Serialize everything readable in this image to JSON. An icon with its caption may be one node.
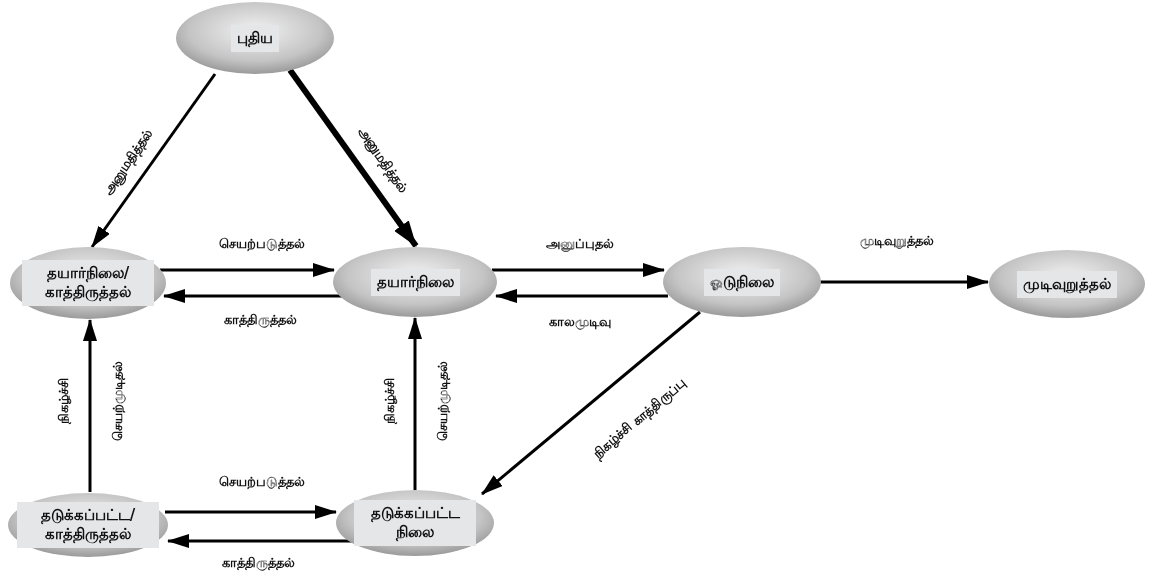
{
  "diagram": {
    "nodes": [
      {
        "text": [
          "புதிய"
        ]
      },
      {
        "text": [
          "தயார்நிலை/ காத்திருத்தல்"
        ]
      },
      {
        "text": [
          "தயார்நிலை"
        ]
      },
      {
        "text": [
          "ஓடுநிலை"
        ]
      },
      {
        "text": [
          "முடிவுறுத்தல்"
        ]
      },
      {
        "text": [
          "தடுக்கப்பட்ட/ காத்திருத்தல்"
        ]
      },
      {
        "text": [
          "தடுக்கப்பட்ட நிலை"
        ]
      }
    ],
    "edges": [
      {
        "from": 0,
        "to": 1,
        "arrow": "to",
        "label": "அனுமதித்தல்"
      },
      {
        "from": 0,
        "to": 2,
        "arrow": "to",
        "label": "அனுமதித்தல்",
        "style": "thick"
      },
      {
        "from": 1,
        "to": 2,
        "arrow": "to",
        "label": "செயற்படுத்தல்"
      },
      {
        "from": 2,
        "to": 1,
        "arrow": "to",
        "label": "காத்திருத்தல்"
      },
      {
        "from": 2,
        "to": 3,
        "arrow": "to",
        "label": "அனுப்புதல்"
      },
      {
        "from": 3,
        "to": 2,
        "arrow": "to",
        "label": "காலமுடிவு"
      },
      {
        "from": 3,
        "to": 4,
        "arrow": "to",
        "label": "முடிவுறுத்தல்"
      },
      {
        "from": 3,
        "to": 6,
        "arrow": "to",
        "label": "நிகழ்ச்சி காத்திருப்பு"
      },
      {
        "from": 5,
        "to": 1,
        "arrow": "to",
        "label": "நிகழ்ச்சி"
      },
      {
        "from": 6,
        "to": 2,
        "arrow": "to",
        "label": "நிகழ்ச்சி"
      },
      {
        "from": 5,
        "to": 6,
        "arrow": "to",
        "label": "செயற்படுத்தல்"
      },
      {
        "from": 6,
        "to": 5,
        "arrow": "to",
        "label": "காத்திருத்தல்"
      }
    ],
    "labels": [
      "செயற்முடிதல்",
      "செயற்முடிதல்"
    ]
  }
}
